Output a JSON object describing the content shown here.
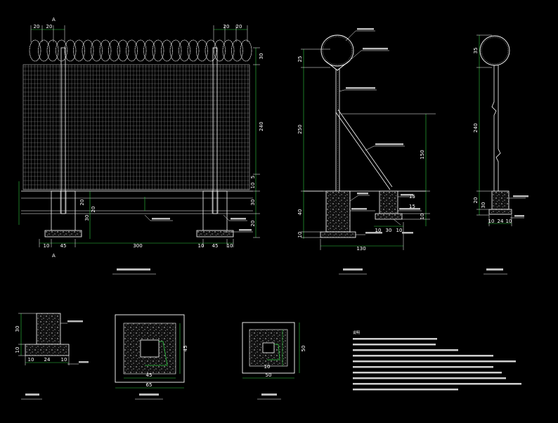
{
  "colors": {
    "background": "#000000",
    "line": "#ffffff",
    "dimension": "#2ecc40",
    "mesh": "#e8e8e8",
    "concrete": "#cfcfcf"
  },
  "elevation": {
    "top_dims": [
      "20",
      "20",
      "20",
      "20"
    ],
    "right_dims": [
      "30",
      "240",
      "5",
      "10",
      "30",
      "20"
    ],
    "left_dims": [
      "20",
      "30",
      "20"
    ],
    "bottom_dims": [
      "10",
      "45",
      "300",
      "10",
      "45",
      "10"
    ],
    "section_mark": "A"
  },
  "section_a": {
    "left_dims": [
      "25",
      "250",
      "40",
      "10"
    ],
    "right_dims": [
      "150",
      "10"
    ],
    "bottom_dims": [
      "10",
      "30",
      "10",
      "130"
    ],
    "foot_dims": [
      "15",
      "15"
    ]
  },
  "section_b": {
    "left_dims": [
      "35",
      "240",
      "20",
      "30"
    ],
    "bottom_dims": [
      "10",
      "24",
      "10"
    ]
  },
  "footing_detail": {
    "left_dims": [
      "30",
      "10"
    ],
    "bottom_dims": [
      "10",
      "24",
      "10"
    ]
  },
  "footing_plan_1": {
    "width_dim": "45",
    "outer_dim": "65",
    "side_dim": "45"
  },
  "footing_plan_2": {
    "outer_dim": "50",
    "side_dim": "50",
    "inner_dim": "10"
  },
  "notes_heading": "说明"
}
